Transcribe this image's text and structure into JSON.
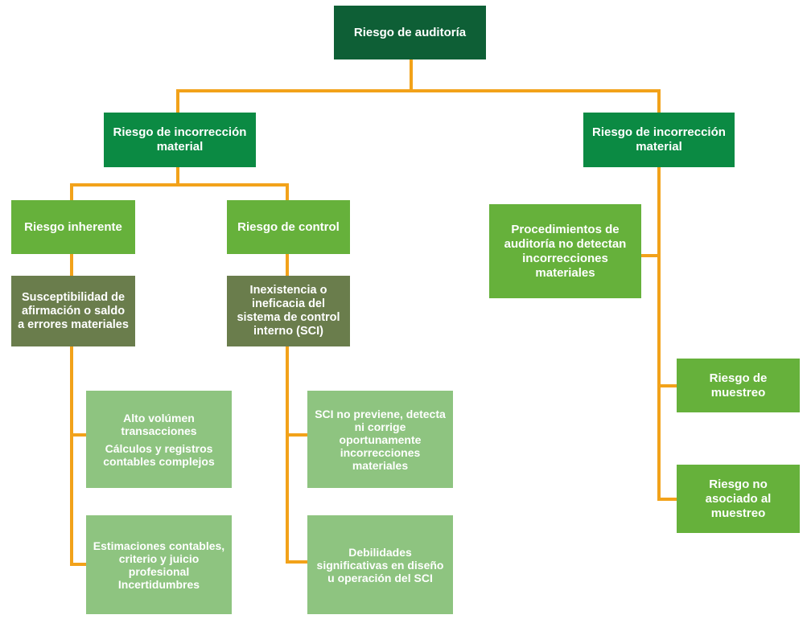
{
  "colors": {
    "connector": "#f2a21a",
    "root": "#0e5f36",
    "level1": "#0b8a43",
    "level2": "#66b13b",
    "level3": "#6a7d4c",
    "level4": "#8ec480",
    "text": "#ffffff"
  },
  "diagram": {
    "root": {
      "label": "Riesgo de auditoría"
    },
    "left_branch": {
      "label": "Riesgo de incorrección material",
      "inherent": {
        "label": "Riesgo inherente",
        "description": "Susceptibilidad de afirmación o saldo a errores materiales",
        "factor1_line1": "Alto volúmen transacciones",
        "factor1_line2": "Cálculos y registros contables complejos",
        "factor2": "Estimaciones contables, criterio y juicio profesional Incertidumbres"
      },
      "control": {
        "label": "Riesgo de control",
        "description": "Inexistencia o ineficacia del sistema de control interno (SCI)",
        "factor1": "SCI no previene, detecta ni corrige oportunamente incorrecciones materiales",
        "factor2": "Debilidades significativas en diseño u operación del SCI"
      }
    },
    "right_branch": {
      "label": "Riesgo de incorrección material",
      "procedures": "Procedimientos de auditoría no detectan incorrecciones materiales",
      "sampling": "Riesgo de muestreo",
      "non_sampling": "Riesgo no asociado al muestreo"
    }
  }
}
